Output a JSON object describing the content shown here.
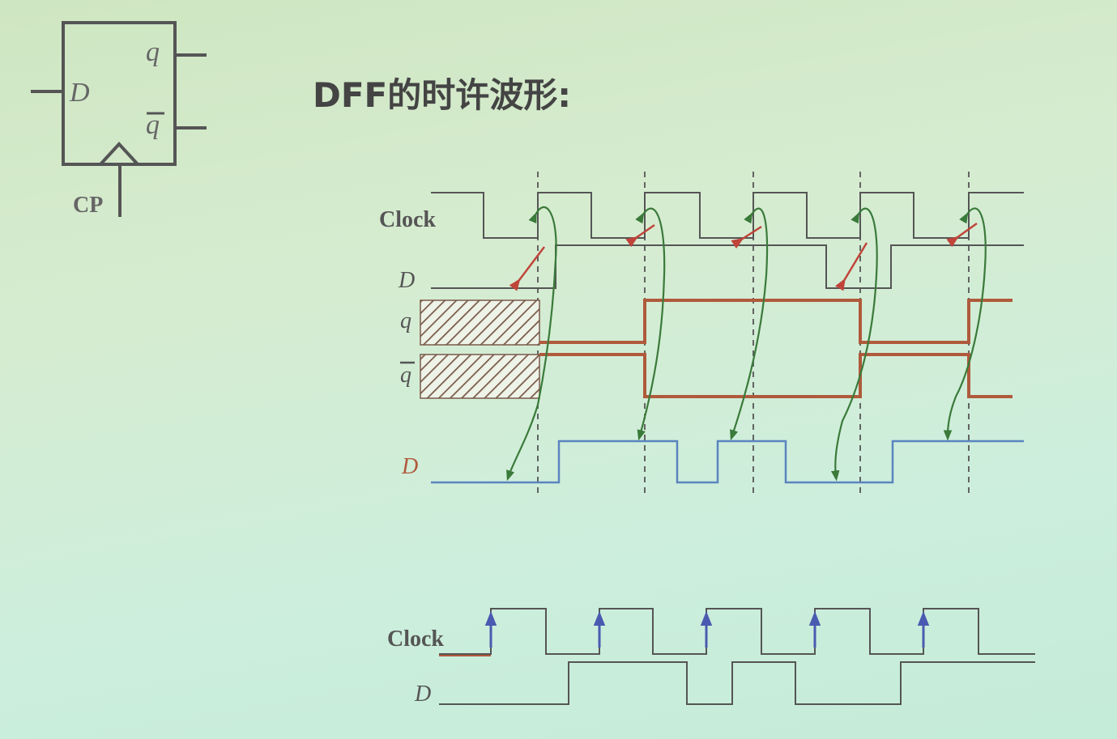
{
  "slide": {
    "title": "DFF的时许波形:"
  },
  "dff_symbol": {
    "input_d": "D",
    "output_q": "q",
    "output_qbar": "q",
    "clock_pin": "CP"
  },
  "timing_diagram": {
    "signals": [
      "Clock",
      "D",
      "q",
      "q",
      "D"
    ],
    "colors": {
      "clock": "#555555",
      "q_output": "#b05a3c",
      "d_output": "#5a84c0",
      "arrow": "#3a7a3a",
      "arrow_head": "#c0443a",
      "hatch": "#7a5a4a"
    }
  },
  "bottom_diagram": {
    "signals": [
      "Clock",
      "D"
    ],
    "colors": {
      "clock": "#555555",
      "edge_arrow": "#4a5ab0",
      "clock_low_hint": "#b05a3c"
    }
  }
}
